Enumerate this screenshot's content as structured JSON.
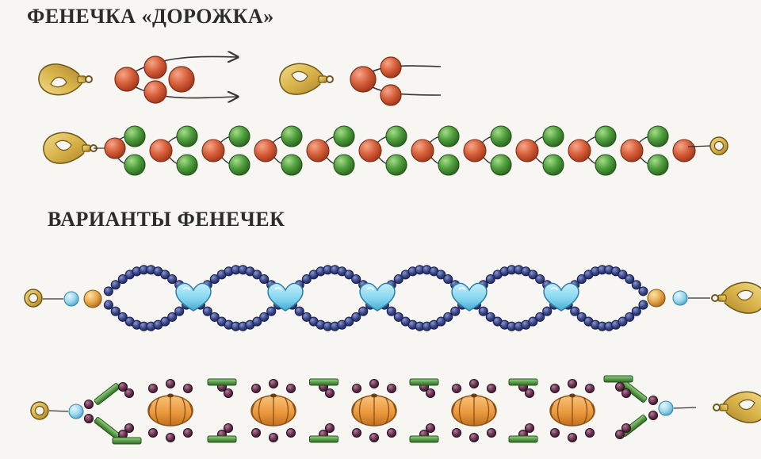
{
  "title": "ФЕНЕЧКА «ДОРОЖКА»",
  "subtitle": "ВАРИАНТЫ ФЕНЕЧЕК",
  "colors": {
    "orange_bead": "#d7603a",
    "green_bead": "#4f9e3c",
    "navy_bead": "#3c4a8e",
    "heart": "#7fd3ee",
    "pumpkin": "#eb9a3e",
    "plum_bead": "#6b3553",
    "bugle": "#5aa04a",
    "clasp_gold": "#d9b34a",
    "light_blue_bead": "#9ed9ef",
    "thread": "#333333"
  },
  "diagram": {
    "steps": [
      {
        "id": "step-1",
        "beads": [
          "orange",
          "orange",
          "orange"
        ],
        "arrows": 2
      },
      {
        "id": "step-2",
        "beads": [
          "orange",
          "orange",
          "orange"
        ],
        "arrows": 0
      }
    ],
    "track_bracelet": {
      "pattern": "orange-center with green top and bottom",
      "units": 11
    },
    "variants": [
      {
        "id": "heart-bracelet",
        "accent": "heart",
        "count": 5
      },
      {
        "id": "pumpkin-bracelet",
        "accent": "pumpkin",
        "count": 5
      }
    ]
  }
}
